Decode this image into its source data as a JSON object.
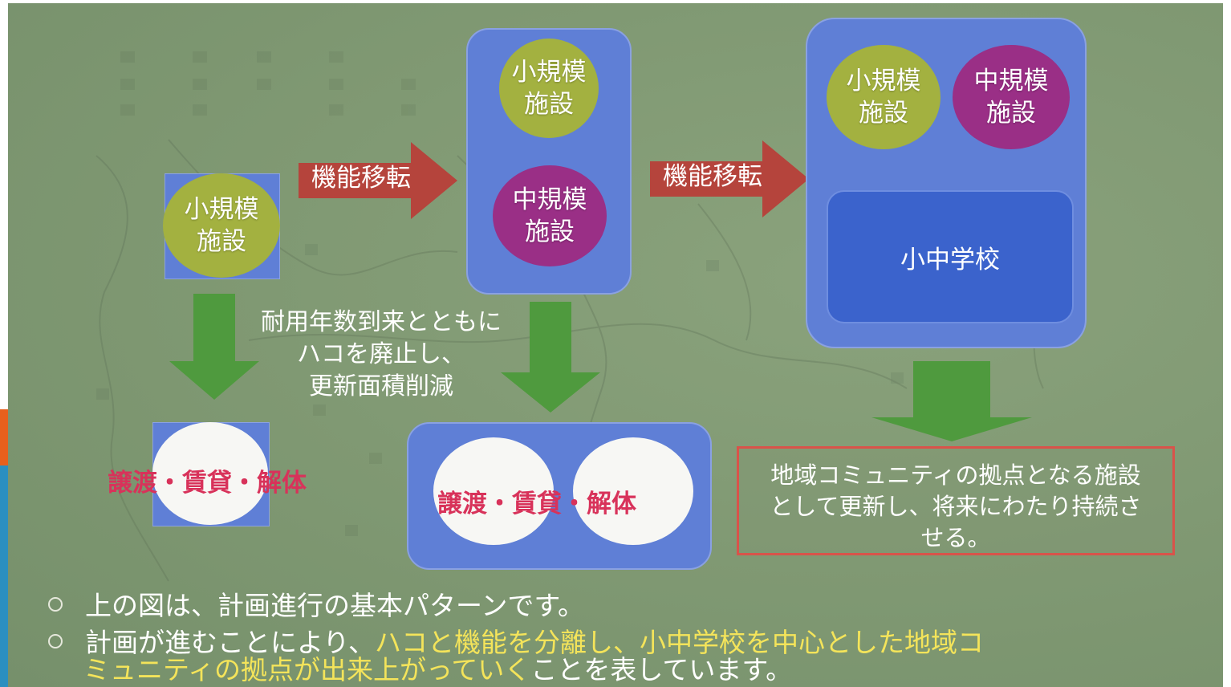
{
  "diagram": {
    "stage1": {
      "circle_label": "小規模\n施設"
    },
    "arrow1_label": "機能移転",
    "stage2": {
      "top_circle_label": "小規模\n施設",
      "bottom_circle_label": "中規模\n施設"
    },
    "arrow2_label": "機能移転",
    "stage3": {
      "left_circle_label": "小規模\n施設",
      "right_circle_label": "中規模\n施設",
      "school_label": "小中学校"
    },
    "middle_note": "耐用年数到来とともに\nハコを廃止し、\n更新面積削減",
    "outcome1_label": "譲渡・賃貸・解体",
    "outcome2_label": "譲渡・賃貸・解体",
    "outcome3_text": "地域コミュニティの拠点となる施設\nとして更新し、将来にわたり持続さ\nせる。"
  },
  "bullets": {
    "line1": "上の図は、計画進行の基本パターンです。",
    "line2_a": "計画が進むことにより、",
    "line2_b": "ハコと機能を分離し、小中学校を中心とした地域コ",
    "line3_a": "ミュニティの拠点が出来上がっていく",
    "line3_b": "ことを表しています。"
  },
  "colors": {
    "background": "#7f9872",
    "blue_box": "#5f7fd6",
    "school_box": "#3b63cc",
    "olive_circle": "#a3b140",
    "purple_circle": "#9a2f86",
    "arrow_red": "#b5443c",
    "arrow_green": "#4f9a3e",
    "outcome_text_red": "#d8325a",
    "result_border": "#d9534a",
    "highlight_yellow": "#f4e45a"
  }
}
